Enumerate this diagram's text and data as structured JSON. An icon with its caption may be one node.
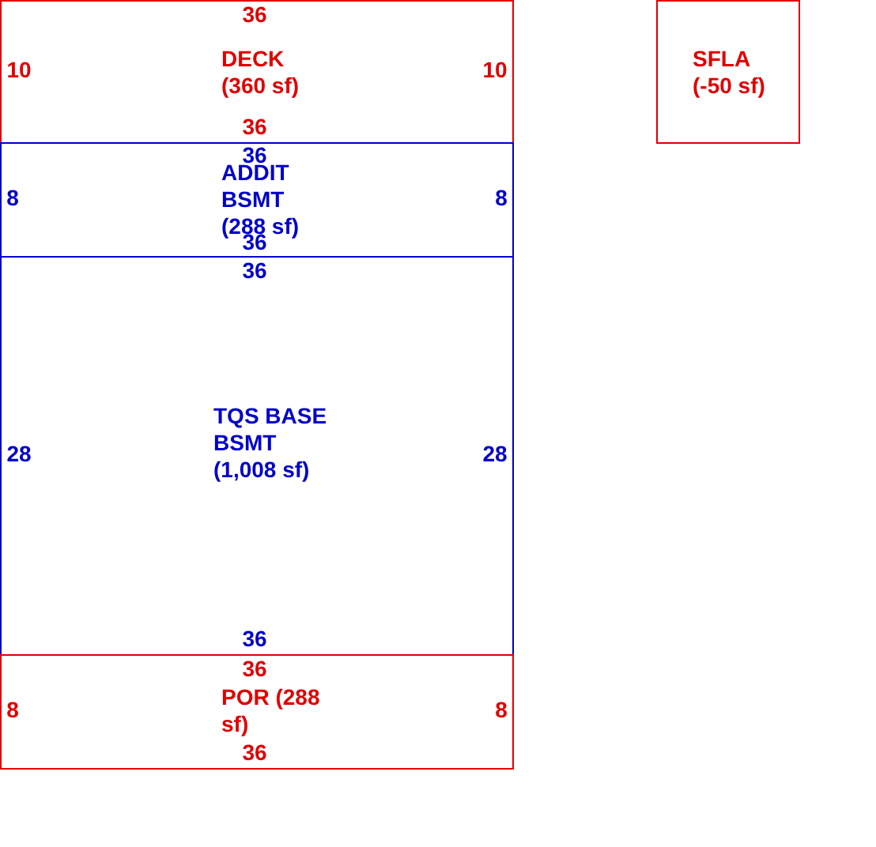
{
  "diagram": {
    "nodes": [
      {
        "text": [
          "DECK (360 sf)"
        ]
      },
      {
        "text": [
          "SFLA (-50 sf)"
        ]
      },
      {
        "text": [
          "ADDIT BSMT (288 sf)"
        ]
      },
      {
        "text": [
          "TQS BASE BSMT (1,008 sf)"
        ]
      },
      {
        "text": [
          "POR (288 sf)"
        ]
      }
    ],
    "edges": [],
    "labels": [
      "36",
      "10",
      "10",
      "36",
      "36",
      "8",
      "8",
      "36",
      "36",
      "28",
      "28",
      "36",
      "36",
      "8",
      "8",
      "36"
    ]
  }
}
